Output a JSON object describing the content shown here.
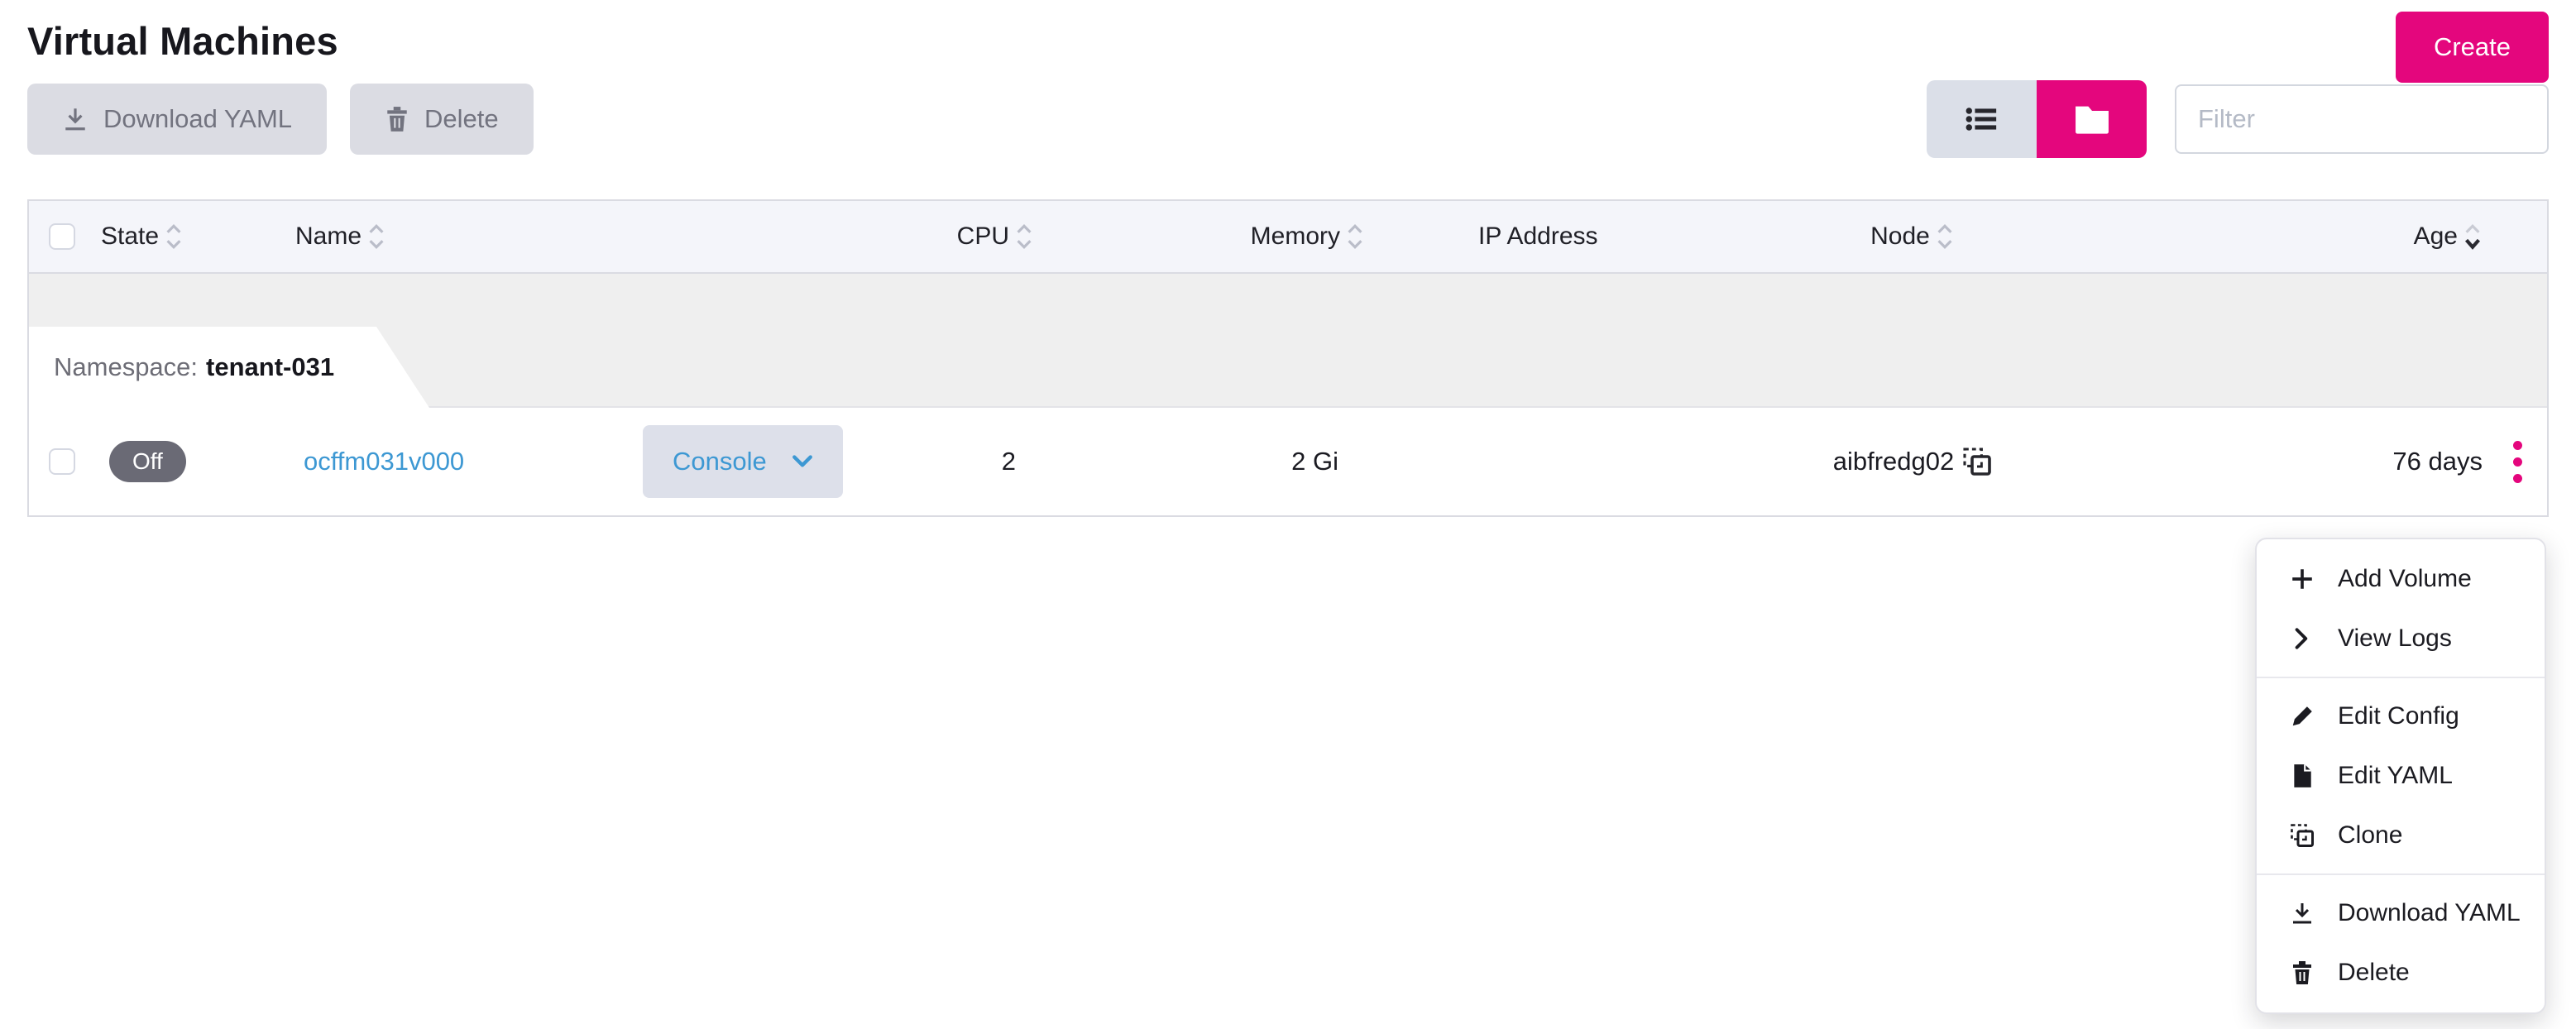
{
  "page": {
    "title": "Virtual Machines"
  },
  "header": {
    "create_label": "Create",
    "filter_placeholder": "Filter"
  },
  "toolbar": {
    "download_yaml_label": "Download YAML",
    "delete_label": "Delete",
    "disabled": true
  },
  "view_toggle": {
    "active": "folder",
    "options": [
      "list",
      "folder"
    ]
  },
  "table": {
    "columns": [
      {
        "label": "State",
        "sortable": true
      },
      {
        "label": "Name",
        "sortable": true
      },
      {
        "label": "CPU",
        "sortable": true
      },
      {
        "label": "Memory",
        "sortable": true
      },
      {
        "label": "IP Address",
        "sortable": false
      },
      {
        "label": "Node",
        "sortable": true
      },
      {
        "label": "Age",
        "sortable": true,
        "sort_active": "desc"
      }
    ],
    "group": {
      "label": "Namespace:",
      "value": "tenant-031"
    },
    "rows": [
      {
        "state": "Off",
        "name": "ocffm031v000",
        "console_label": "Console",
        "cpu": "2",
        "memory": "2 Gi",
        "ip_address": "",
        "node": "aibfredg02",
        "age": "76 days"
      }
    ]
  },
  "context_menu": {
    "groups": [
      {
        "items": [
          {
            "icon": "plus-icon",
            "label": "Add Volume"
          },
          {
            "icon": "chevron-right-icon",
            "label": "View Logs"
          }
        ]
      },
      {
        "items": [
          {
            "icon": "pencil-icon",
            "label": "Edit Config"
          },
          {
            "icon": "file-icon",
            "label": "Edit YAML"
          },
          {
            "icon": "copy-icon",
            "label": "Clone"
          }
        ]
      },
      {
        "items": [
          {
            "icon": "download-icon",
            "label": "Download YAML"
          },
          {
            "icon": "trash-icon",
            "label": "Delete"
          }
        ]
      }
    ]
  },
  "colors": {
    "accent": "#e4067d",
    "link": "#3d98d3",
    "state_badge": "#6a6a75",
    "header_bg": "#f4f5fa",
    "group_bg": "#efefef"
  }
}
